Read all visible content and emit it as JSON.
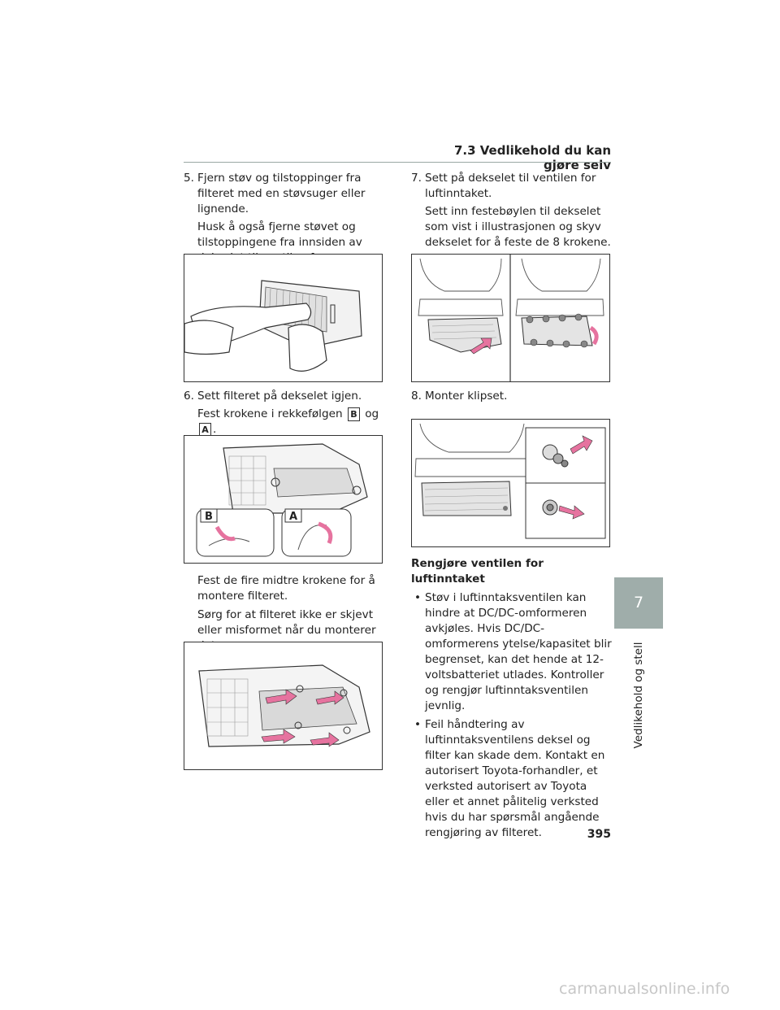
{
  "header": {
    "section": "7.3 Vedlikehold du kan gjøre selv"
  },
  "left": {
    "step5": {
      "num": "5.",
      "text": "Fjern støv og tilstoppinger fra filteret med en støvsuger eller lignende.",
      "note": "Husk å også fjerne støvet og tilstoppingene fra innsiden av dekselet til ventilen for luftinntaket."
    },
    "step6": {
      "num": "6.",
      "text": "Sett filteret på dekselet igjen.",
      "note_prefix": "Fest krokene i rekkefølgen",
      "key_b": "B",
      "note_mid": "og",
      "key_a": "A",
      "note_suffix": "."
    },
    "note2": "Fest de fire midtre krokene for å montere filteret.",
    "note3": "Sørg for at filteret ikke er skjevt eller misformet når du monterer det."
  },
  "right": {
    "step7": {
      "num": "7.",
      "text": "Sett på dekselet til ventilen for luftinntaket.",
      "note": "Sett inn festebøylen til dekselet som vist i illustrasjonen og skyv dekselet for å feste de 8 krokene."
    },
    "step8": {
      "num": "8.",
      "text": "Monter klipset."
    },
    "heading": "Rengjøre ventilen for luftinntaket",
    "bullets": [
      {
        "mark": "•",
        "text": "Støv i luftinntaksventilen kan hindre at DC/DC-omformeren avkjøles. Hvis DC/DC-omformerens ytelse/kapasitet blir begrenset, kan det hende at 12-voltsbatteriet utlades. Kontroller og rengjør luftinntaksventilen jevnlig."
      },
      {
        "mark": "•",
        "text": "Feil håndtering av luftinntaksventilens deksel og filter kan skade dem. Kontakt en autorisert Toyota-forhandler, et verksted autorisert av Toyota eller et annet pålitelig verksted hvis du har spørsmål angående rengjøring av filteret."
      }
    ]
  },
  "figure_labels": {
    "b": "B",
    "a": "A"
  },
  "side": {
    "chapter": "7",
    "label": "Vedlikehold og stell"
  },
  "page_number": "395",
  "watermark": "carmanualsonline.info",
  "colors": {
    "accent": "#9fadaa",
    "arrow": "#e6739f"
  }
}
